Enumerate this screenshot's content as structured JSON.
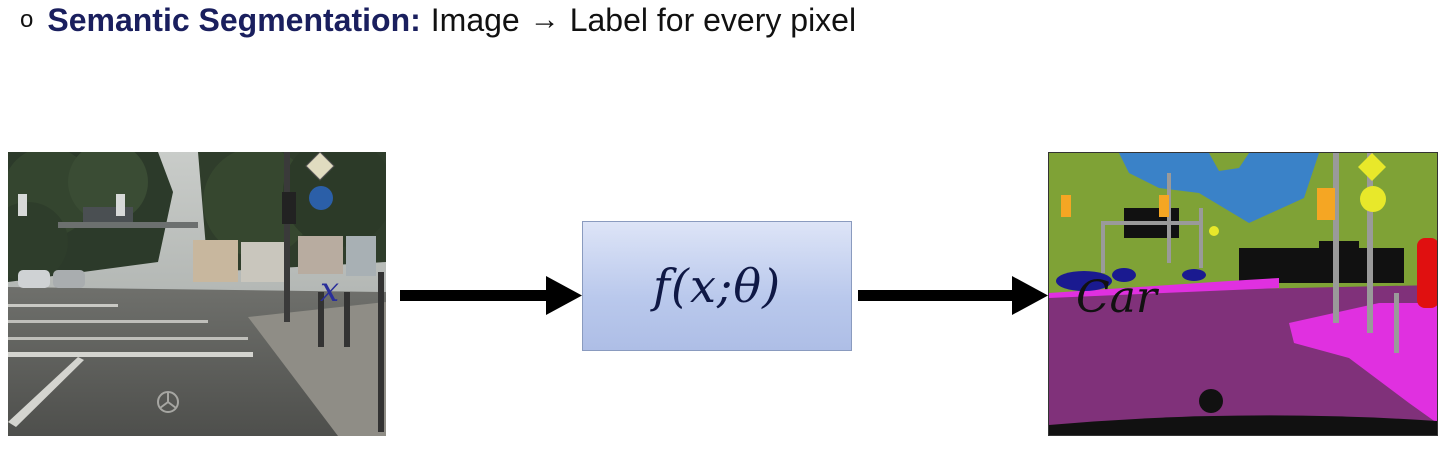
{
  "bullet": {
    "marker": "o",
    "term": "Semantic Segmentation:",
    "text_before_arrow": "Image",
    "arrow": "→",
    "text_after_arrow": "Label for every pixel"
  },
  "diagram": {
    "input_label": "x",
    "function_label": "f(x;θ)",
    "output_label": "Car",
    "colors": {
      "box_border": "#8a9bbf",
      "box_top": "#dde4f7",
      "box_bottom": "#aebee6",
      "arrow": "#000000",
      "seg_road": "#80317a",
      "seg_sidewalk": "#e030e0",
      "seg_vegetation": "#7fa236",
      "seg_sky": "#3a82c8",
      "seg_car": "#1a1a90",
      "seg_sign": "#e8e82a",
      "seg_light": "#f5a623",
      "seg_pole": "#9a9a9a",
      "seg_building": "#111111"
    }
  }
}
